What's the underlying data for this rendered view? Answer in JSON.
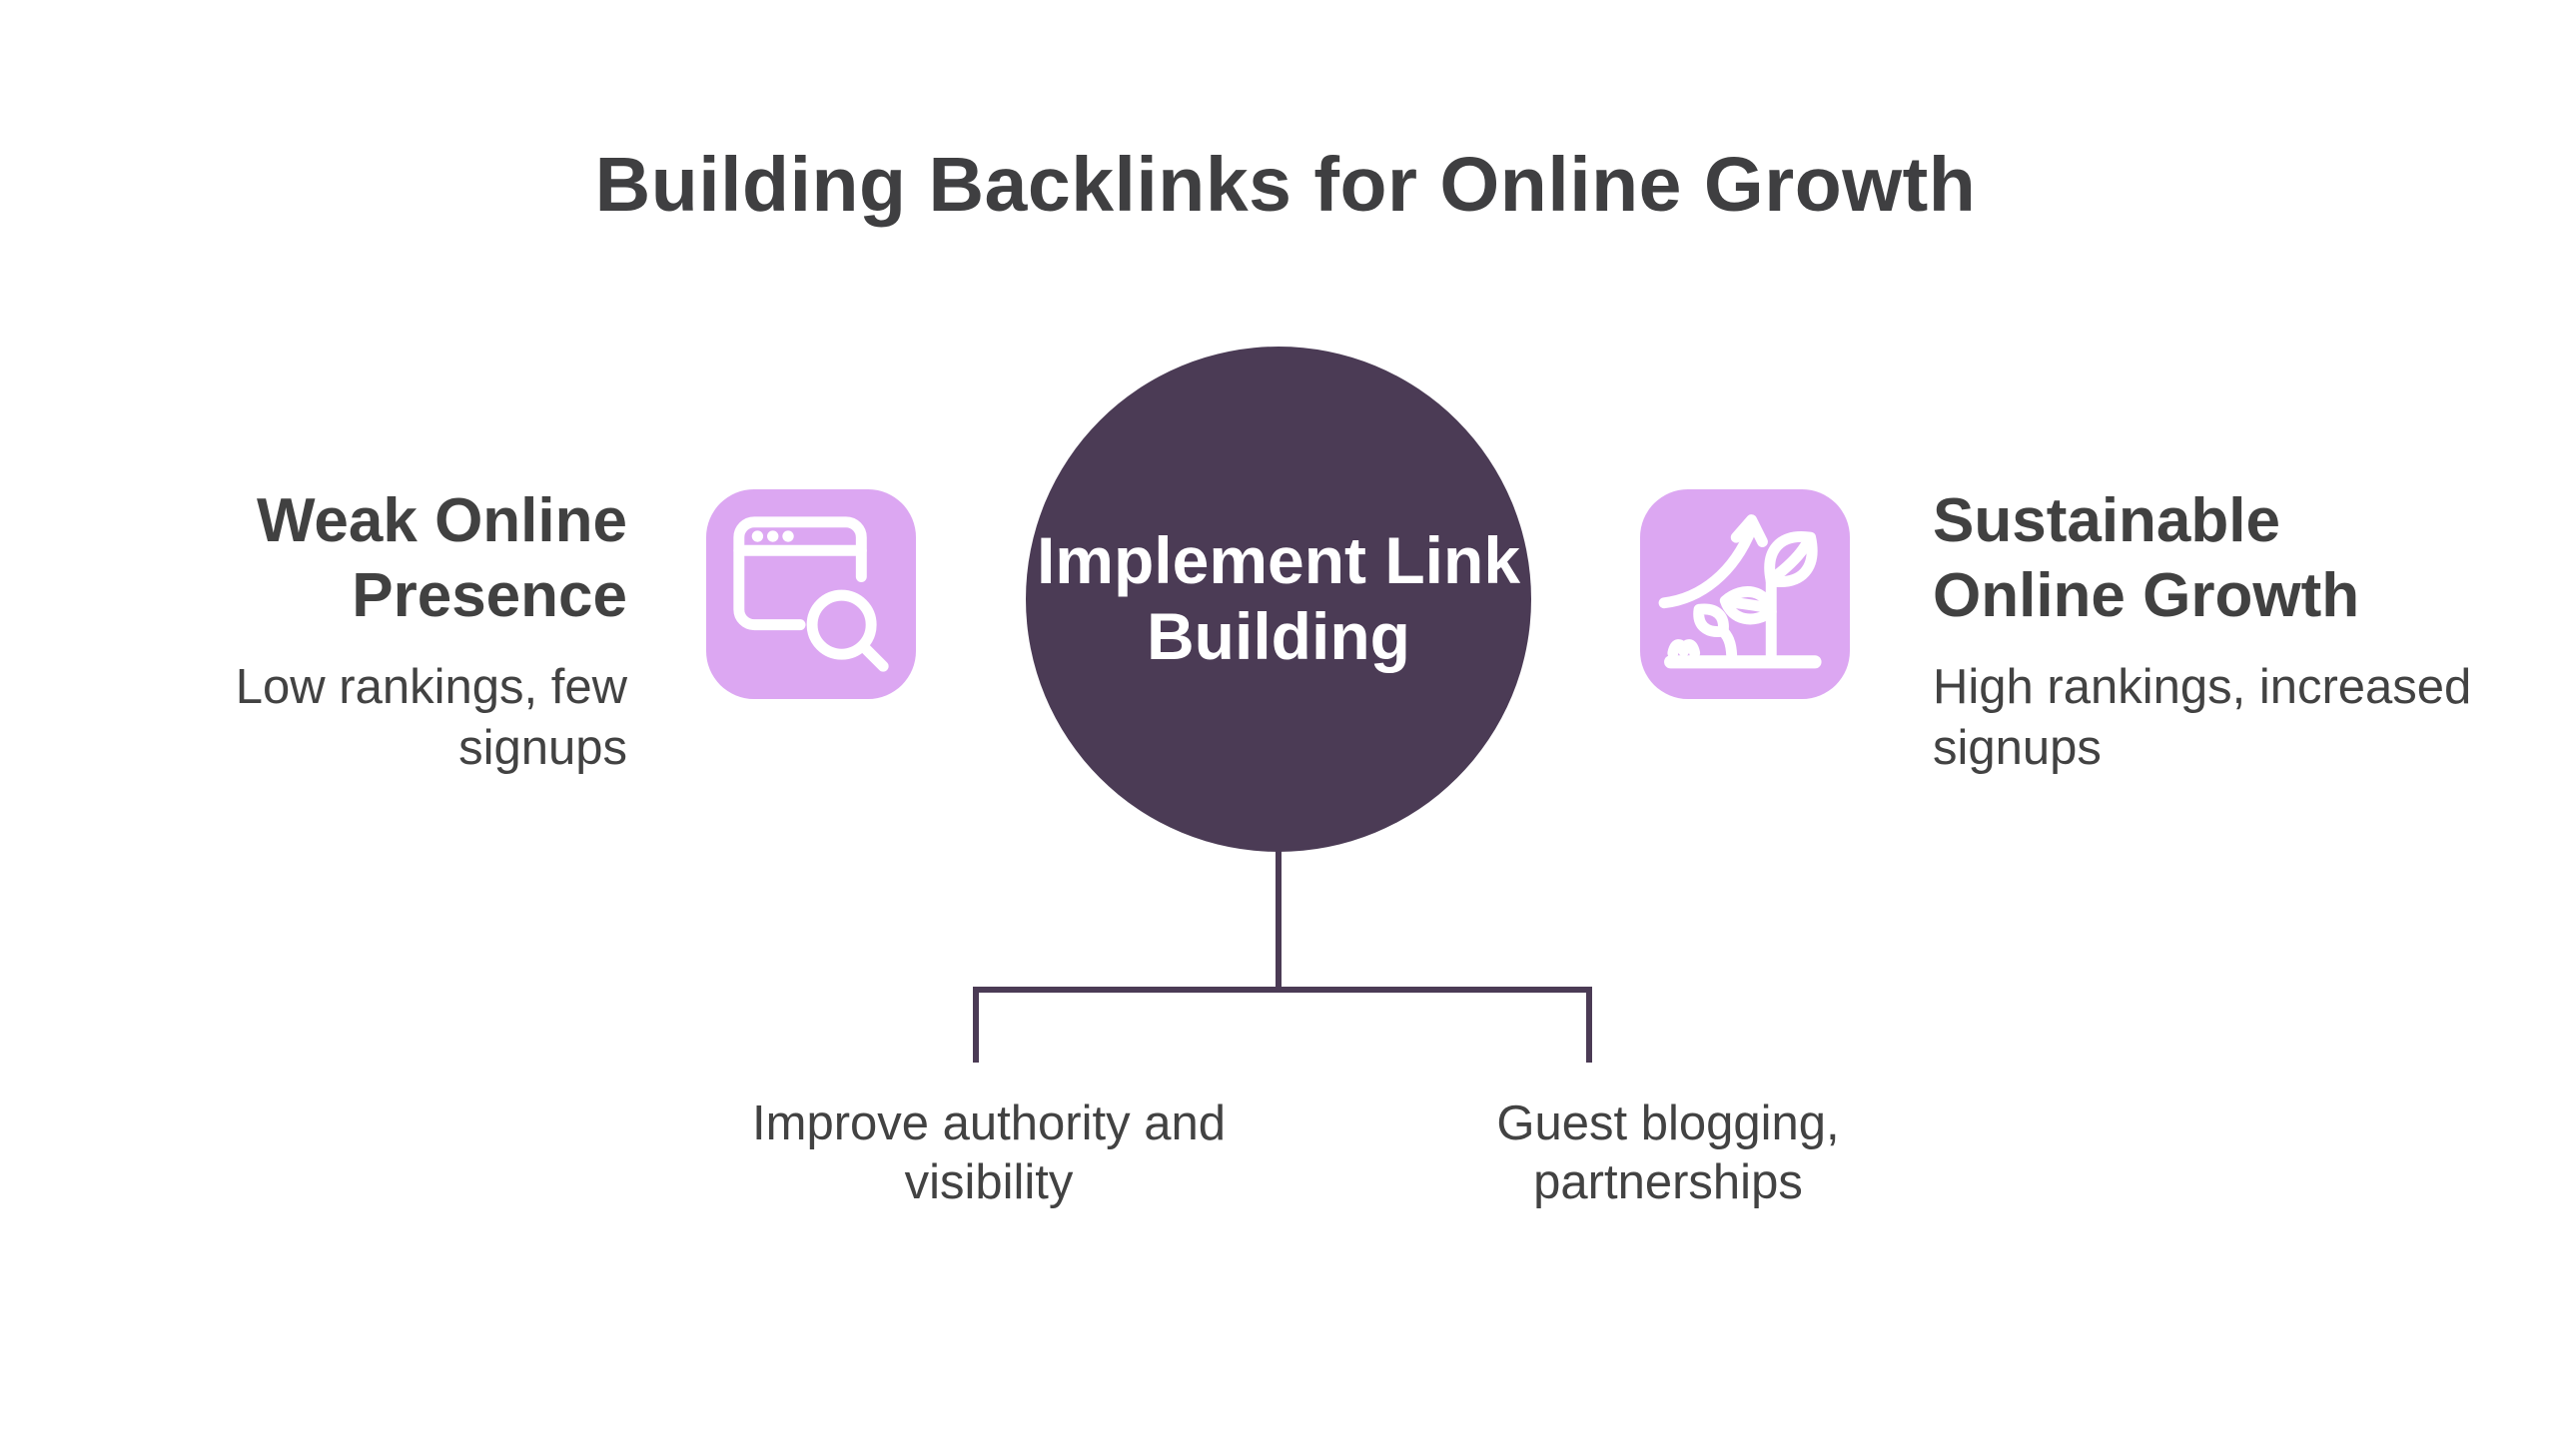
{
  "title": "Building Backlinks for Online Growth",
  "colors": {
    "background": "#FFFFFF",
    "text_dark": "#414141",
    "node_purple": "#4B3B55",
    "card_lavender": "#DCA7F2",
    "icon_white": "#FFFFFF"
  },
  "center_node": {
    "label": "Implement Link\nBuilding"
  },
  "left_section": {
    "heading": "Weak Online\nPresence",
    "description": "Low rankings, few\nsignups",
    "icon": "browser-search-icon"
  },
  "right_section": {
    "heading": "Sustainable\nOnline Growth",
    "description": "High rankings, increased\nsignups",
    "icon": "growth-plant-icon"
  },
  "branches": [
    {
      "label": "Improve authority and\nvisibility"
    },
    {
      "label": "Guest blogging,\npartnerships"
    }
  ]
}
